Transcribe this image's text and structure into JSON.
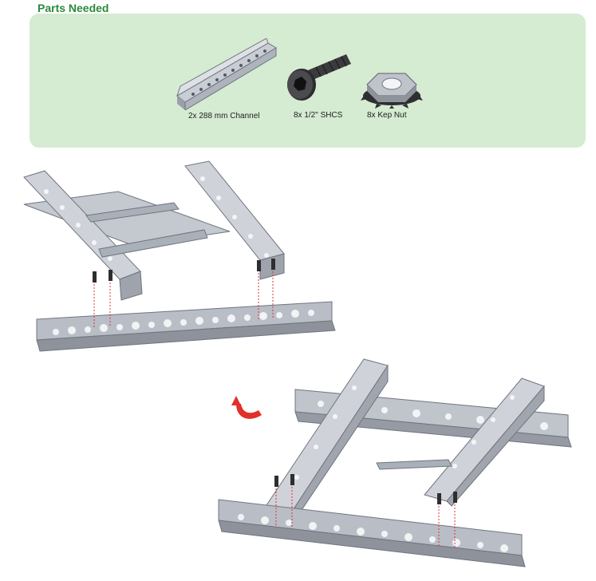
{
  "header": {
    "parts_needed": "Parts Needed"
  },
  "colors": {
    "title_green": "#2a8a3a",
    "panel_green": "#d5ebd2",
    "metal": "#b7bcc5",
    "metal_dark": "#7f8590",
    "guide_red": "#e03030",
    "arrow_red": "#e2302a"
  },
  "parts": [
    {
      "label": "2x 288 mm Channel",
      "icon": "channel-icon"
    },
    {
      "label": "8x  1/2\" SHCS",
      "icon": "socket-head-screw-icon"
    },
    {
      "label": "8x Kep Nut",
      "icon": "kep-nut-icon"
    }
  ],
  "steps": [
    {
      "name": "step-1-assembly",
      "icon": "channel-frame-assembly-icon"
    },
    {
      "name": "step-2-assembly",
      "icon": "rotated-frame-assembly-icon"
    }
  ],
  "rotate_icon": "rotate-arrow-icon"
}
